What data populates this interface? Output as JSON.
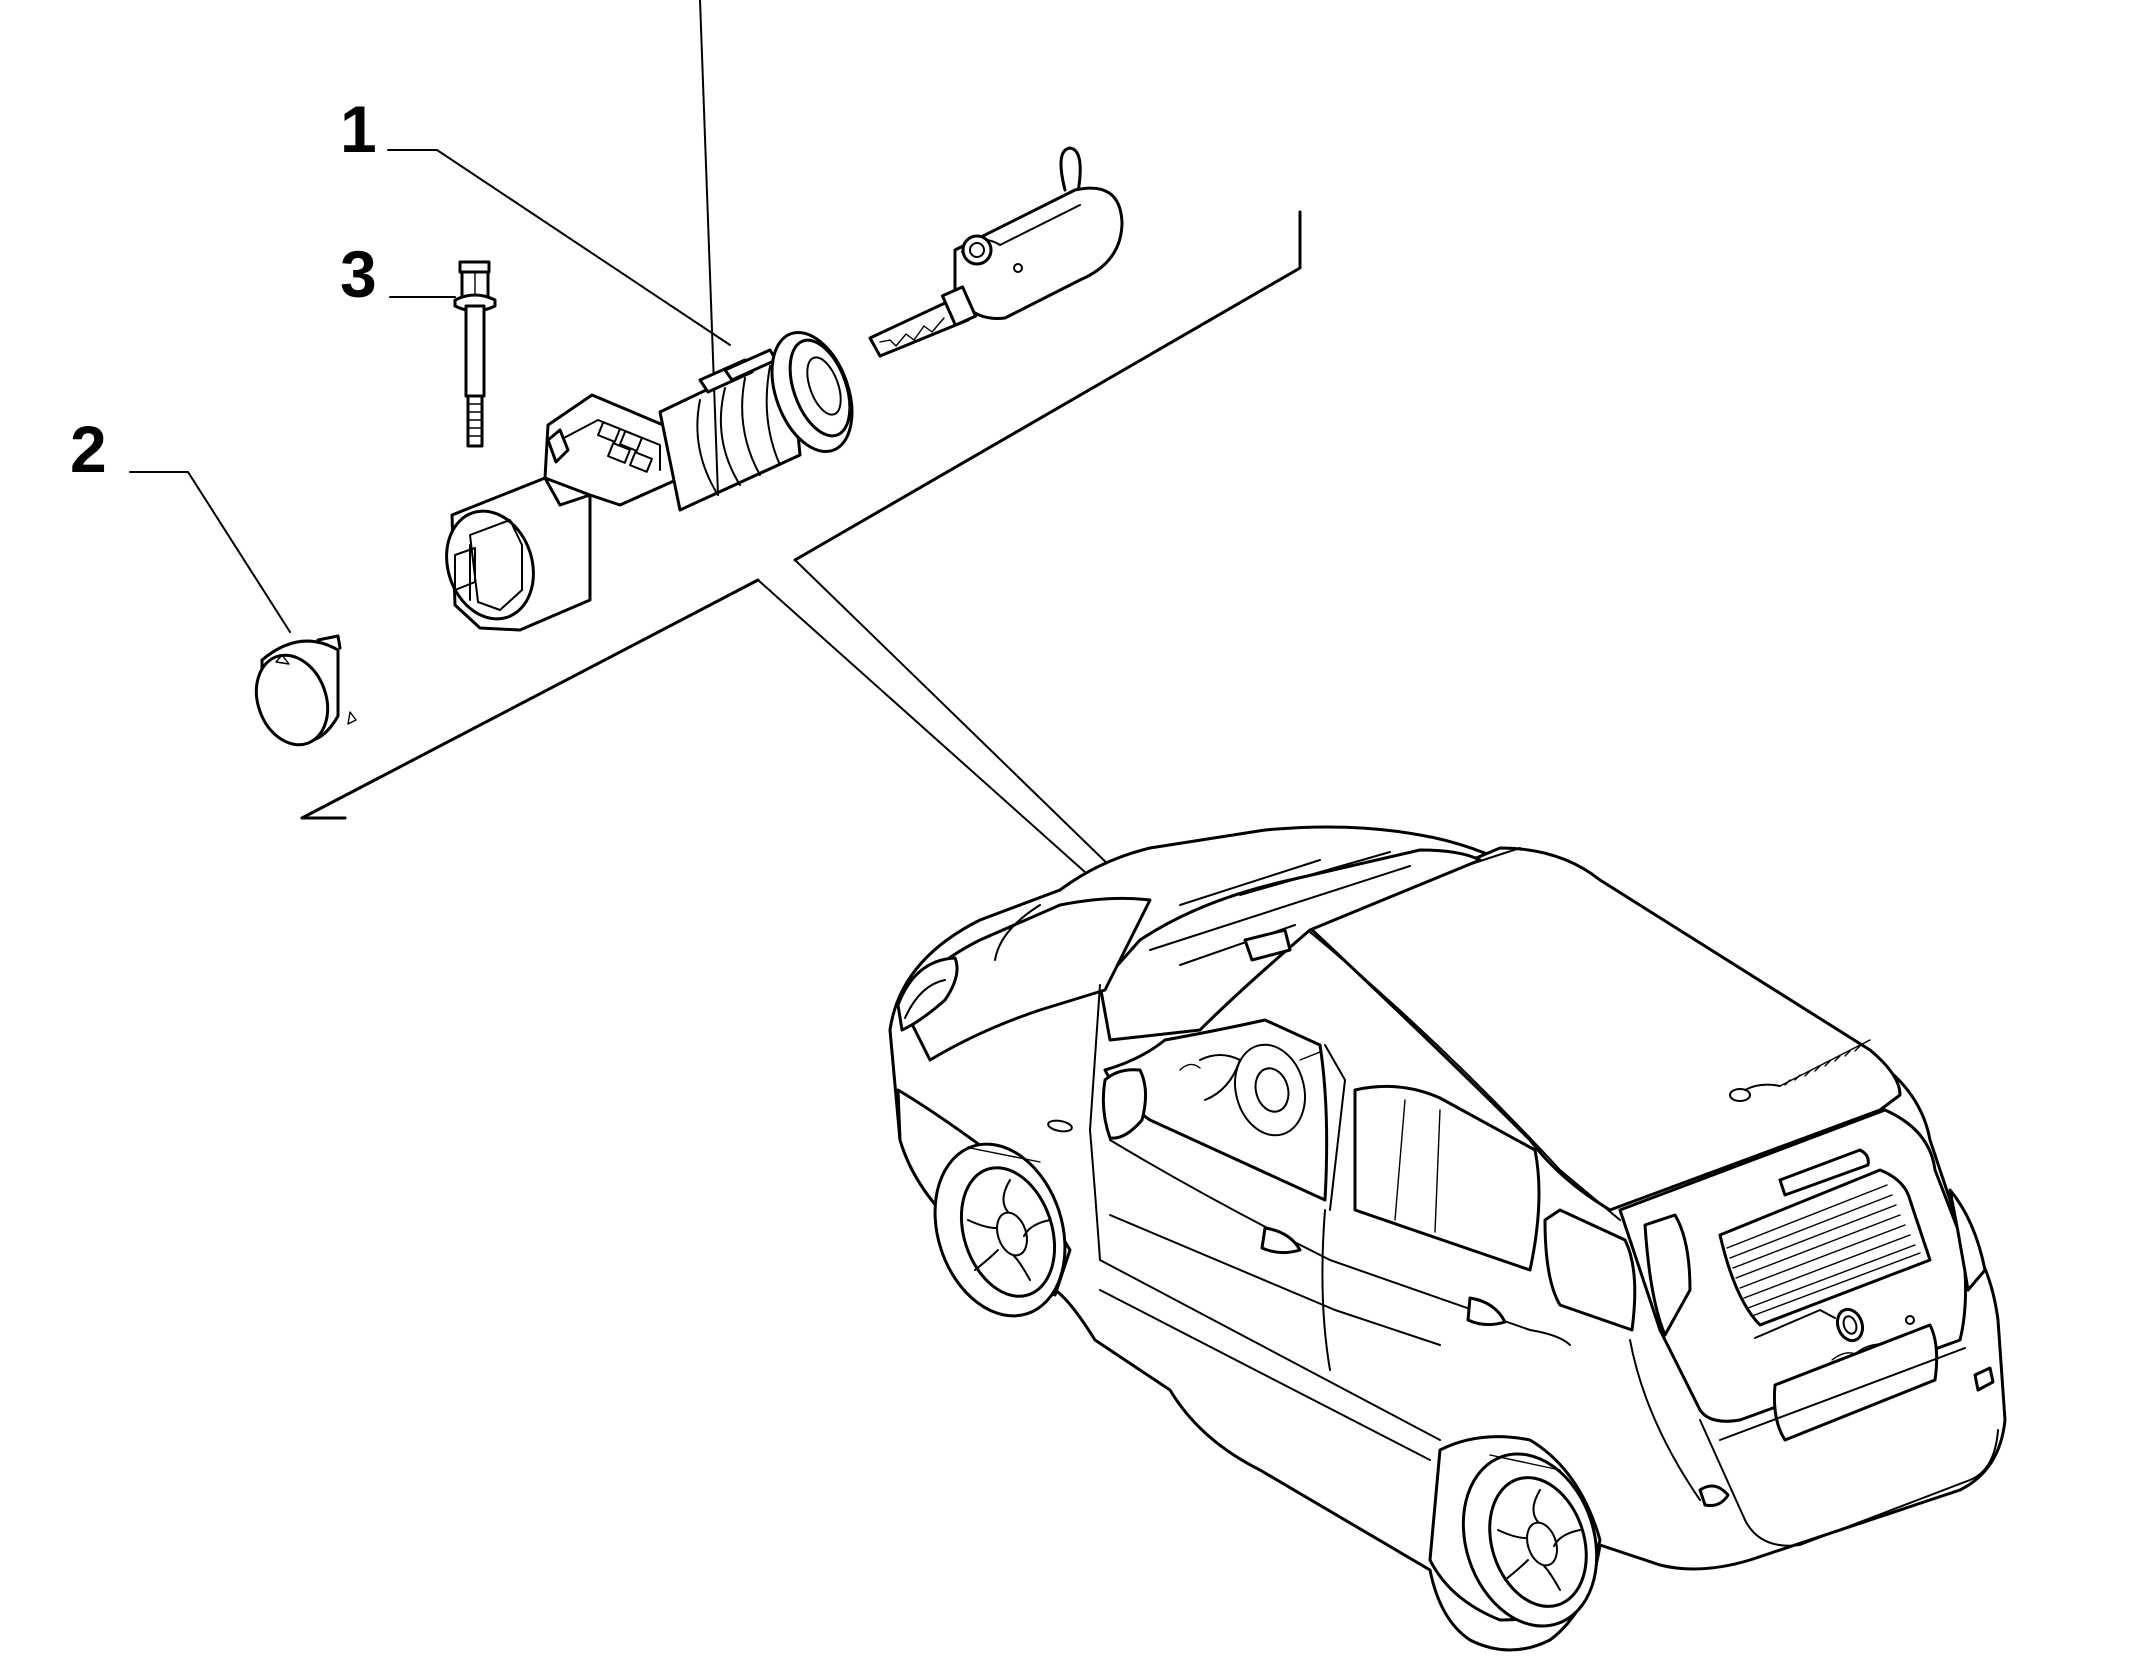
{
  "callouts": [
    {
      "id": "1",
      "label": "1",
      "part": "ignition-lock-cylinder"
    },
    {
      "id": "2",
      "label": "2",
      "part": "cover-cap"
    },
    {
      "id": "3",
      "label": "3",
      "part": "shear-bolt"
    }
  ],
  "colors": {
    "line": "#000000",
    "background": "#ffffff"
  },
  "icons": {
    "key": "flip-key-icon",
    "car": "car-illustration"
  }
}
